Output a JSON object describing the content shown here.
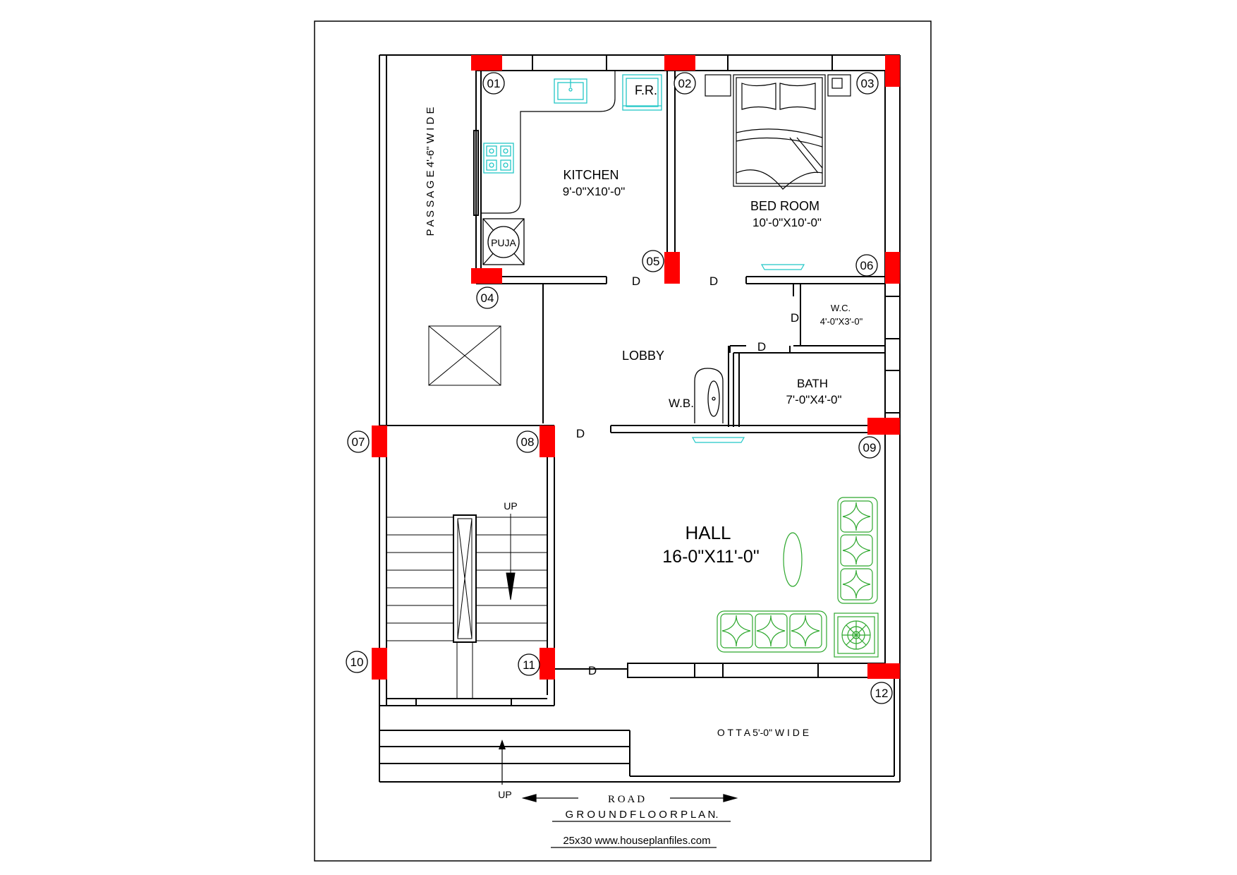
{
  "rooms": {
    "kitchen": {
      "name": "KITCHEN",
      "size": "9'-0\"X10'-0\""
    },
    "bedroom": {
      "name": "BED ROOM",
      "size": "10'-0\"X10'-0\""
    },
    "wc": {
      "name": "W.C.",
      "size": "4'-0\"X3'-0\""
    },
    "bath": {
      "name": "BATH",
      "size": "7'-0\"X4'-0\""
    },
    "lobby": {
      "name": "LOBBY"
    },
    "hall": {
      "name": "HALL",
      "size": "16-0\"X11'-0\""
    }
  },
  "fixtures": {
    "fridge": "F.R.",
    "puja": "PUJA",
    "wash_basin": "W.B."
  },
  "columns": [
    "01",
    "02",
    "03",
    "04",
    "05",
    "06",
    "07",
    "08",
    "09",
    "10",
    "11",
    "12"
  ],
  "door_label": "D",
  "stair_up": "UP",
  "step_up": "UP",
  "passage": "P A S S A G E 4'-6\" W I D E",
  "otta": "O T T A 5'-0\" W I D E",
  "road": "R O A D",
  "title": "G R O U N D  F L O O R  P L A N.",
  "footer": "25x30  www.houseplanfiles.com",
  "colors": {
    "wall": "#000000",
    "column": "#ff0000",
    "fixture": "#22c7c7",
    "furniture": "#2ea82e"
  }
}
